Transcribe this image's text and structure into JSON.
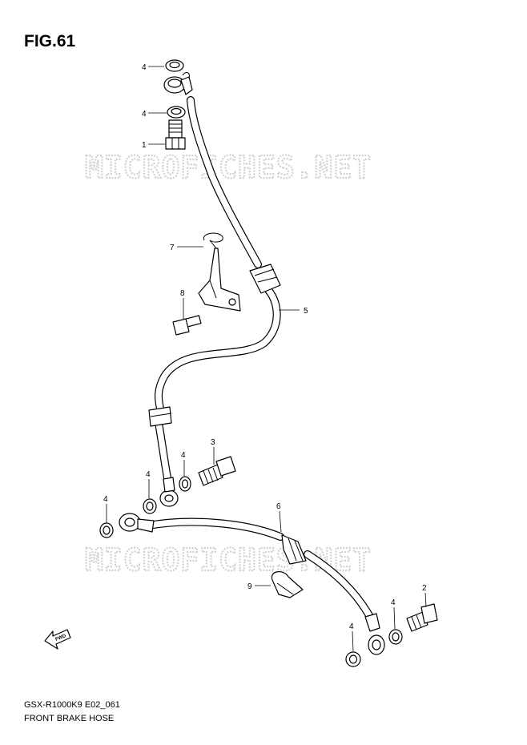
{
  "figure": {
    "title": "FIG.61",
    "model_code": "GSX-R1000K9 E02_061",
    "name": "FRONT BRAKE HOSE",
    "watermark": "MICROFICHES.NET"
  },
  "callouts": [
    {
      "id": "c4a",
      "label": "4"
    },
    {
      "id": "c4b",
      "label": "4"
    },
    {
      "id": "c1",
      "label": "1"
    },
    {
      "id": "c7",
      "label": "7"
    },
    {
      "id": "c8",
      "label": "8"
    },
    {
      "id": "c5",
      "label": "5"
    },
    {
      "id": "c3",
      "label": "3"
    },
    {
      "id": "c4c",
      "label": "4"
    },
    {
      "id": "c4d",
      "label": "4"
    },
    {
      "id": "c4e",
      "label": "4"
    },
    {
      "id": "c6",
      "label": "6"
    },
    {
      "id": "c9",
      "label": "9"
    },
    {
      "id": "c2",
      "label": "2"
    },
    {
      "id": "c4f",
      "label": "4"
    },
    {
      "id": "c4g",
      "label": "4"
    }
  ],
  "fwd_marker": {
    "label": "FWD"
  },
  "colors": {
    "line": "#000000",
    "watermark": "#d2d2d2",
    "background": "#ffffff"
  }
}
